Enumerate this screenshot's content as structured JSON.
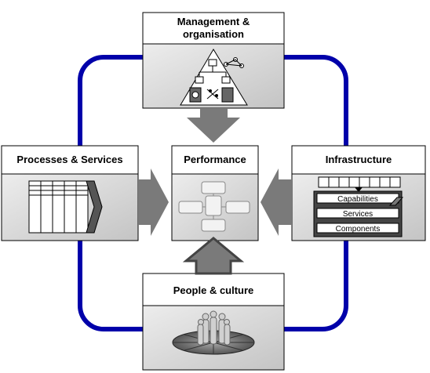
{
  "boxes": {
    "management": {
      "title_line1": "Management &",
      "title_line2": "organisation"
    },
    "processes": {
      "title": "Processes & Services"
    },
    "performance": {
      "title": "Performance"
    },
    "infrastructure": {
      "title": "Infrastructure",
      "layers": [
        "Capabilities",
        "Services",
        "Components"
      ]
    },
    "people": {
      "title": "People & culture"
    }
  },
  "colors": {
    "loop": "#0000aa",
    "arrow": "#7a7a7a",
    "panel": "#d8d8d8"
  }
}
